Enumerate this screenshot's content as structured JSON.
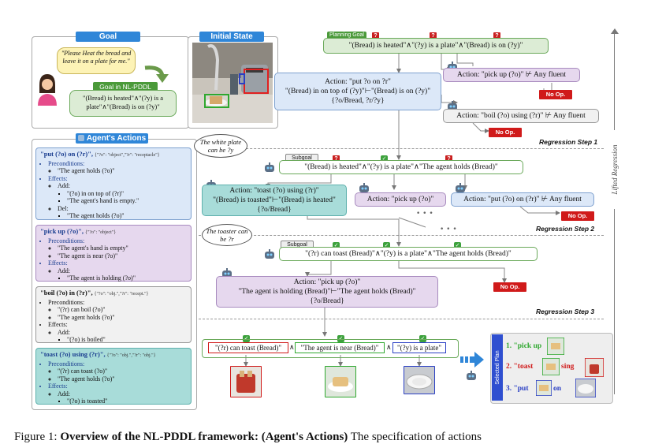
{
  "goal_panel": {
    "header": "Goal",
    "instruction": "\"Please Heat the bread and leave it on a plate for me.\"",
    "nl_pddl_label": "Goal in NL-PDDL",
    "nl_pddl_text": "\"(Bread) is heated\"∧\"(?y) is a plate\"∧\"(Bread) is on (?y)\""
  },
  "initial_state": {
    "header": "Initial State"
  },
  "actions_panel": {
    "header": "Agent's Actions",
    "cards": [
      {
        "title": "\"put (?o) on (?r)\",",
        "sig": "{\"?o\": \"object\",\"?r\": \"receptacle\"}",
        "pre_label": "Preconditions:",
        "pre": [
          "\"The agent holds (?o)\""
        ],
        "eff_label": "Effects:",
        "add_label": "Add:",
        "add": [
          "\"(?o) in on top of (?r)\"",
          "\"The agent's hand is empty.\""
        ],
        "del_label": "Del:",
        "del": [
          "\"The agent holds (?o)\""
        ]
      },
      {
        "title": "\"pick up (?o)\",",
        "sig": "{\"?o\": \"object\"}",
        "pre_label": "Preconditions:",
        "pre": [
          "\"The agent's hand is empty\"",
          "\"The agent is near (?o)\""
        ],
        "eff_label": "Effects:",
        "add_label": "Add:",
        "add": [
          "\"The agent is holding (?o)\""
        ]
      },
      {
        "title": "\"boil (?o) in (?r)\",",
        "sig": "{\"?o\": \"obj.\",\"?r\": \"recept.\"}",
        "pre_label": "Preconditions:",
        "pre": [
          "\"(?r) can boil (?o)\"",
          "\"The agent holds (?o)\""
        ],
        "eff_label": "Effects:",
        "add_label": "Add:",
        "add": [
          "\"(?o) is boiled\""
        ]
      },
      {
        "title": "\"toast (?o) using (?r)\",",
        "sig": "{\"?o\": \"obj.\",\"?r\": \"obj.\"}",
        "pre_label": "Preconditions:",
        "pre": [
          "\"(?r) can toast (?o)\"",
          "\"The agent holds (?o)\""
        ],
        "eff_label": "Effects:",
        "add_label": "Add:",
        "add": [
          "\"(?o) is toasted\""
        ]
      }
    ]
  },
  "regression": {
    "planning_goal_tag": "Planning Goal",
    "planning_goal": "\"(Bread) is heated\"∧\"(?y) is a plate\"∧\"(Bread) is on (?y)\"",
    "action_put": "Action: \"put ?o on ?r\"\n\"(Bread) in on top of (?y)\"⊢\"(Bread) is on (?y)\"\n{?o/Bread, ?r/?y}",
    "action_pickup_1": "Action: \"pick up (?o)\" ⊬ Any fluent",
    "action_boil_1": "Action: \"boil (?o) using (?r)\" ⊬ Any fluent",
    "noop": "No Op.",
    "step1": "Regression Step 1",
    "cloud1": "The white plate can be ?y",
    "subgoal_tag": "Subgoal",
    "subgoal1": "\"(Bread) is heated\"∧\"(?y) is a plate\"∧\"The agent holds (Bread)\"",
    "action_toast": "Action: \"toast (?o) using (?r)\"\n\"(Bread) is toasted\"⊢\"(Bread) is heated\"\n{?o/Bread}",
    "action_pickup_2": "Action: \"pick up (?o)\"",
    "action_put_2": "Action: \"put (?o) on (?r)\" ⊬ Any fluent",
    "dots": "• • •",
    "step2": "Regression Step 2",
    "cloud2": "The toaster can be ?r",
    "subgoal2": "\"(?r) can toast (Bread)\"∧\"(?y) is a plate\"∧\"The agent holds (Bread)\"",
    "action_pickup_3": "Action: \"pick up (?o)\"\n\"The agent is holding (Bread)\"⊢\"The agent holds (Bread)\"\n{?o/Bread}",
    "step3": "Regression Step 3",
    "final_preds": [
      "\"(?r) can toast (Bread)\"",
      "\"The agent is near (Bread)\"",
      "\"(?y) is a plate\""
    ],
    "lifted_label": "Lifted Regression"
  },
  "selected_plan": {
    "label": "Selected Plan",
    "steps": [
      {
        "num": "1.",
        "text": "\"pick up",
        "color": "#2fa82f"
      },
      {
        "num": "2.",
        "text": "\"toast",
        "tail": "sing",
        "color": "#d01a1a"
      },
      {
        "num": "3.",
        "text": "\"put",
        "tail": "on",
        "color": "#2a3fc4"
      }
    ]
  },
  "caption": {
    "prefix": "Figure 1: ",
    "bold": "Overview of the NL-PDDL framework: (Agent's Actions)",
    "rest": " The specification of actions"
  },
  "colors": {
    "accent": "#2f86d8",
    "noop": "#d01a1a",
    "check": "#3da23d"
  }
}
